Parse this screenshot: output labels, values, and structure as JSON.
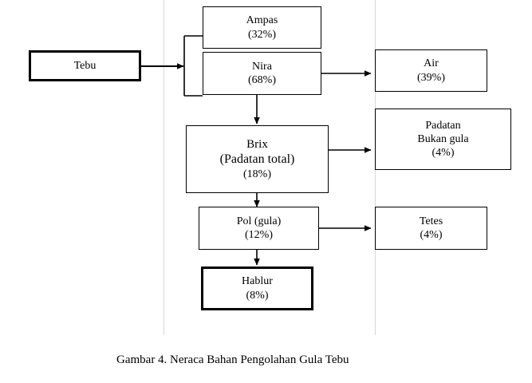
{
  "diagram": {
    "caption": "Gambar 4.  Neraca Bahan Pengolahan Gula Tebu",
    "nodes": [
      {
        "id": "tebu",
        "l1": "Tebu",
        "l2": "",
        "l3": ""
      },
      {
        "id": "ampas",
        "l1": "Ampas",
        "l2": "(32%)",
        "l3": ""
      },
      {
        "id": "nira",
        "l1": "Nira",
        "l2": "(68%)",
        "l3": ""
      },
      {
        "id": "air",
        "l1": "Air",
        "l2": "(39%)",
        "l3": ""
      },
      {
        "id": "brix",
        "l1": "Brix",
        "l2": "(Padatan total)",
        "l3": "(18%)"
      },
      {
        "id": "padatan",
        "l1": "Padatan",
        "l2": "Bukan gula",
        "l3": "(4%)"
      },
      {
        "id": "pol",
        "l1": "Pol (gula)",
        "l2": "(12%)",
        "l3": ""
      },
      {
        "id": "tetes",
        "l1": "Tetes",
        "l2": "(4%)",
        "l3": ""
      },
      {
        "id": "hablur",
        "l1": "Hablur",
        "l2": "(8%)",
        "l3": ""
      }
    ],
    "colors": {
      "line": "#000000",
      "guide": "#d8d8d8",
      "background": "#ffffff"
    }
  }
}
